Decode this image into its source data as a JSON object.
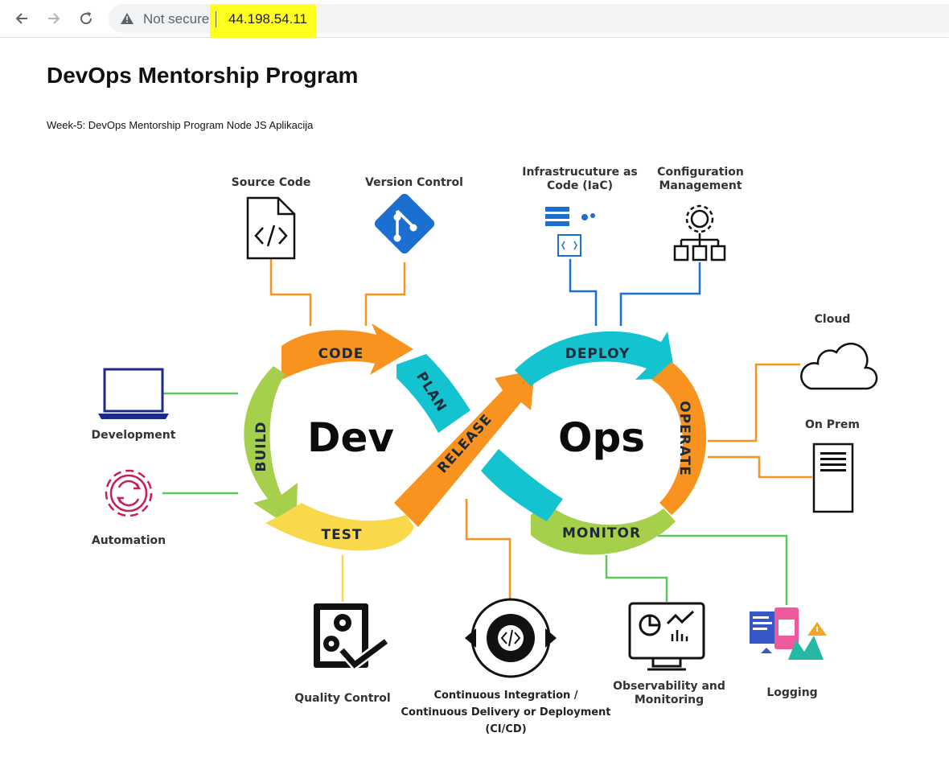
{
  "browser": {
    "security_label": "Not secure",
    "url": "44.198.54.11",
    "icons": [
      "back-arrow-icon",
      "forward-arrow-icon",
      "reload-icon",
      "warning-triangle-icon"
    ],
    "highlight_color": "#ffff1f"
  },
  "page": {
    "title": "DevOps Mentorship Program",
    "subtitle": "Week-5: DevOps Mentorship Program Node JS Aplikacija"
  },
  "diagram": {
    "center_left": "Dev",
    "center_right": "Ops",
    "segments": {
      "code": "CODE",
      "plan": "PLAN",
      "build": "BUILD",
      "test": "TEST",
      "release": "RELEASE",
      "deploy": "DEPLOY",
      "operate": "OPERATE",
      "monitor": "MONITOR"
    },
    "labels": {
      "source_code": "Source Code",
      "version_control": "Version Control",
      "iac_line1": "Infrastrucuture as",
      "iac_line2": "Code (IaC)",
      "config_line1": "Configuration",
      "config_line2": "Management",
      "cloud": "Cloud",
      "on_prem": "On Prem",
      "development": "Development",
      "automation": "Automation",
      "quality_control": "Quality Control",
      "cicd_line1": "Continuous Integration /",
      "cicd_line2": "Continuous Delivery or Deployment",
      "cicd_line3": "(CI/CD)",
      "observability_line1": "Observability and",
      "observability_line2": "Monitoring",
      "logging": "Logging"
    },
    "colors": {
      "orange": "#f7931e",
      "teal": "#13c3cf",
      "green": "#a6cf4c",
      "yellow": "#f9d84b",
      "blue": "#1b6fd1",
      "line_green": "#5cc85c"
    }
  }
}
